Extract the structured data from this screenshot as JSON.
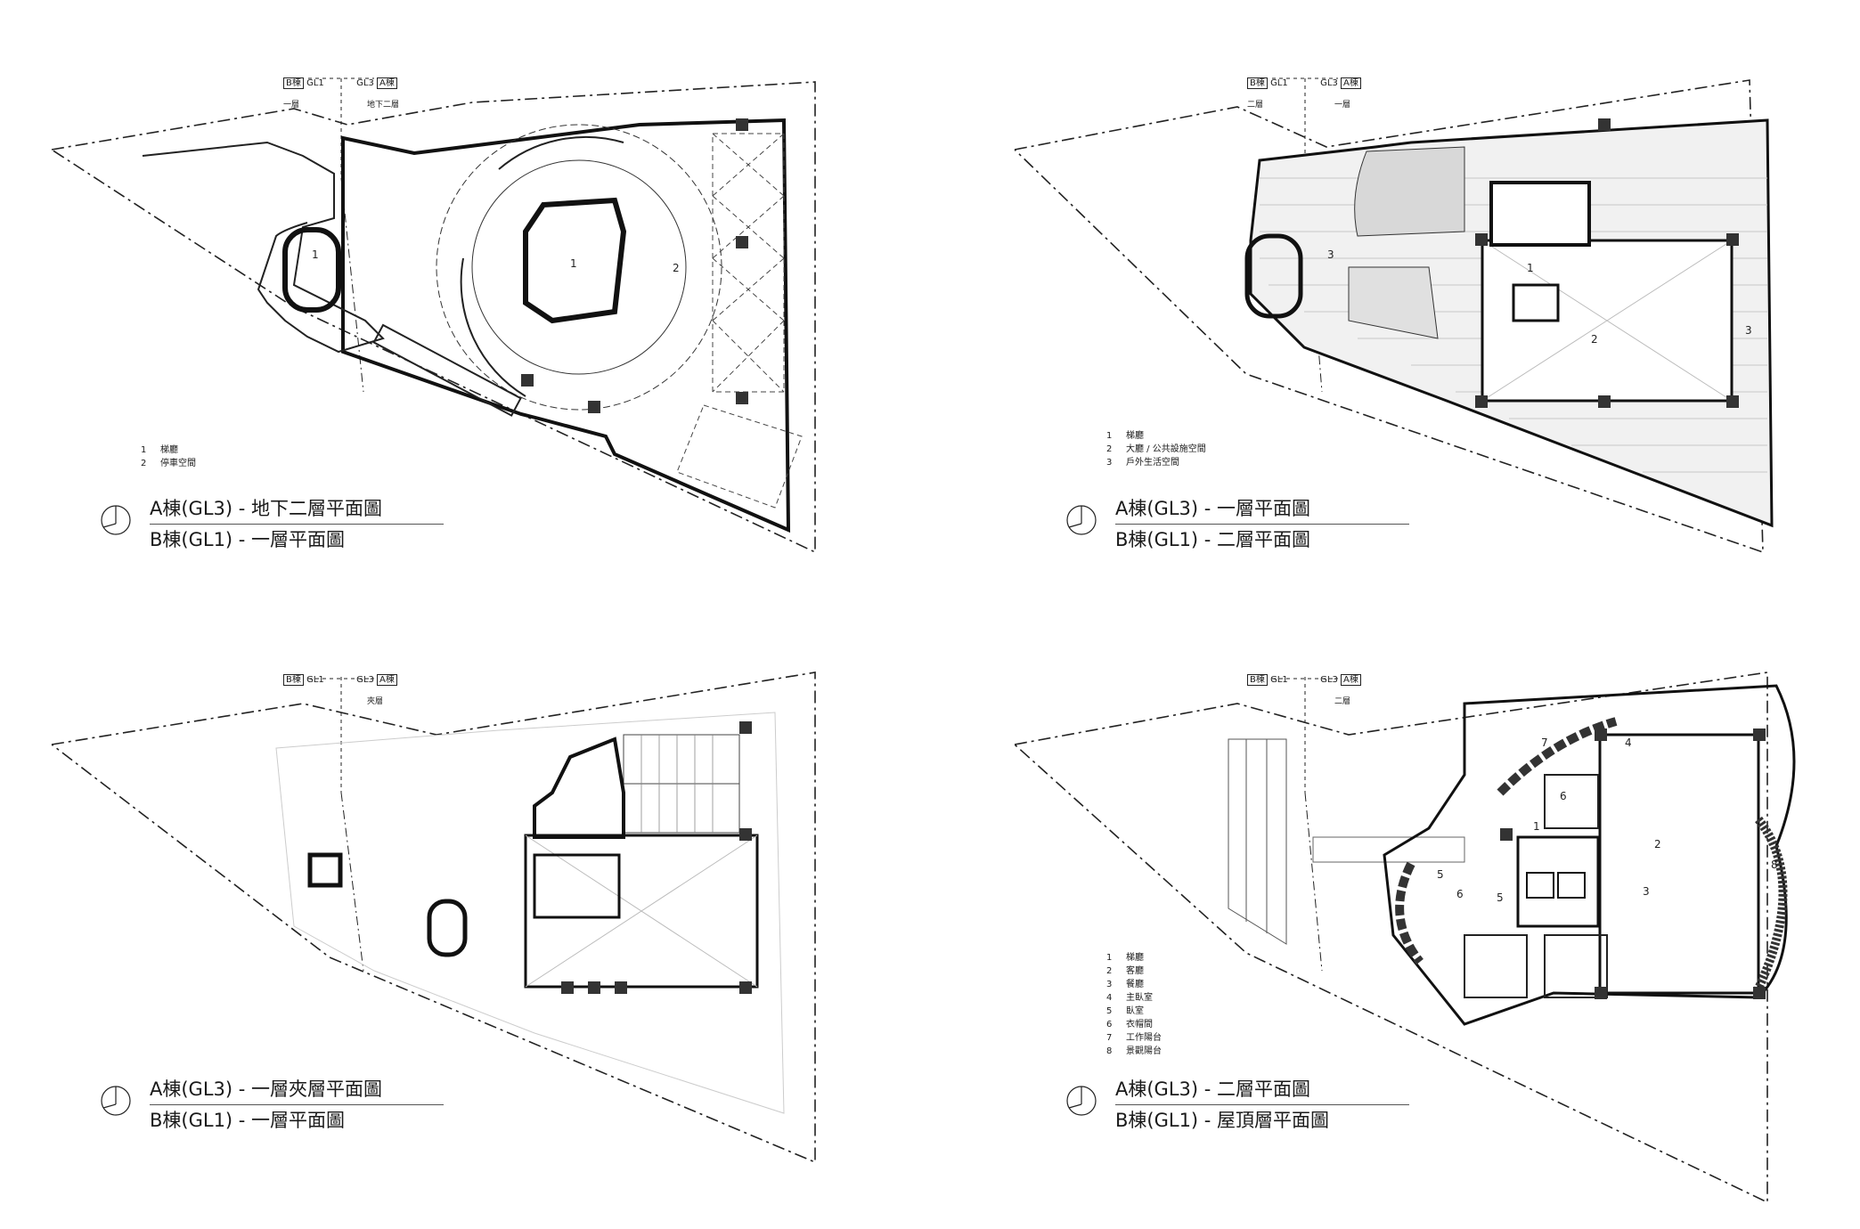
{
  "panels": [
    {
      "id": "p1",
      "grid_labels": {
        "left_tag": "B棟",
        "left_grid": "GL1",
        "right_grid": "GL3",
        "right_tag": "A棟"
      },
      "level_labels": {
        "left": "一層",
        "right": "地下二層"
      },
      "legend": [
        {
          "num": "1",
          "label": "梯廳"
        },
        {
          "num": "2",
          "label": "停車空間"
        }
      ],
      "title_a": "A棟(GL3) - 地下二層平面圖",
      "title_b": "B棟(GL1) - 一層平面圖",
      "rooms": [
        "1",
        "1",
        "2"
      ]
    },
    {
      "id": "p2",
      "grid_labels": {
        "left_tag": "B棟",
        "left_grid": "GL1",
        "right_grid": "GL3",
        "right_tag": "A棟"
      },
      "level_labels": {
        "left": "二層",
        "right": "一層"
      },
      "legend": [
        {
          "num": "1",
          "label": "梯廳"
        },
        {
          "num": "2",
          "label": "大廳 / 公共設施空間"
        },
        {
          "num": "3",
          "label": "戶外生活空間"
        }
      ],
      "title_a": "A棟(GL3) - 一層平面圖",
      "title_b": "B棟(GL1) - 二層平面圖",
      "rooms": [
        "3",
        "1",
        "2",
        "3"
      ]
    },
    {
      "id": "p3",
      "grid_labels": {
        "left_tag": "B棟",
        "left_grid": "GL1",
        "right_grid": "GL3",
        "right_tag": "A棟"
      },
      "level_labels": {
        "left": "",
        "right": "夾層"
      },
      "legend": [],
      "title_a": "A棟(GL3) - 一層夾層平面圖",
      "title_b": "B棟(GL1) - 一層平面圖",
      "rooms": []
    },
    {
      "id": "p4",
      "grid_labels": {
        "left_tag": "B棟",
        "left_grid": "GL1",
        "right_grid": "GL3",
        "right_tag": "A棟"
      },
      "level_labels": {
        "left": "",
        "right": "二層"
      },
      "legend": [
        {
          "num": "1",
          "label": "梯廳"
        },
        {
          "num": "2",
          "label": "客廳"
        },
        {
          "num": "3",
          "label": "餐廳"
        },
        {
          "num": "4",
          "label": "主臥室"
        },
        {
          "num": "5",
          "label": "臥室"
        },
        {
          "num": "6",
          "label": "衣帽間"
        },
        {
          "num": "7",
          "label": "工作陽台"
        },
        {
          "num": "8",
          "label": "景觀陽台"
        }
      ],
      "title_a": "A棟(GL3) - 二層平面圖",
      "title_b": "B棟(GL1) - 屋頂層平面圖",
      "rooms": [
        "7",
        "4",
        "6",
        "1",
        "2",
        "8",
        "5",
        "6",
        "5",
        "3"
      ]
    }
  ]
}
